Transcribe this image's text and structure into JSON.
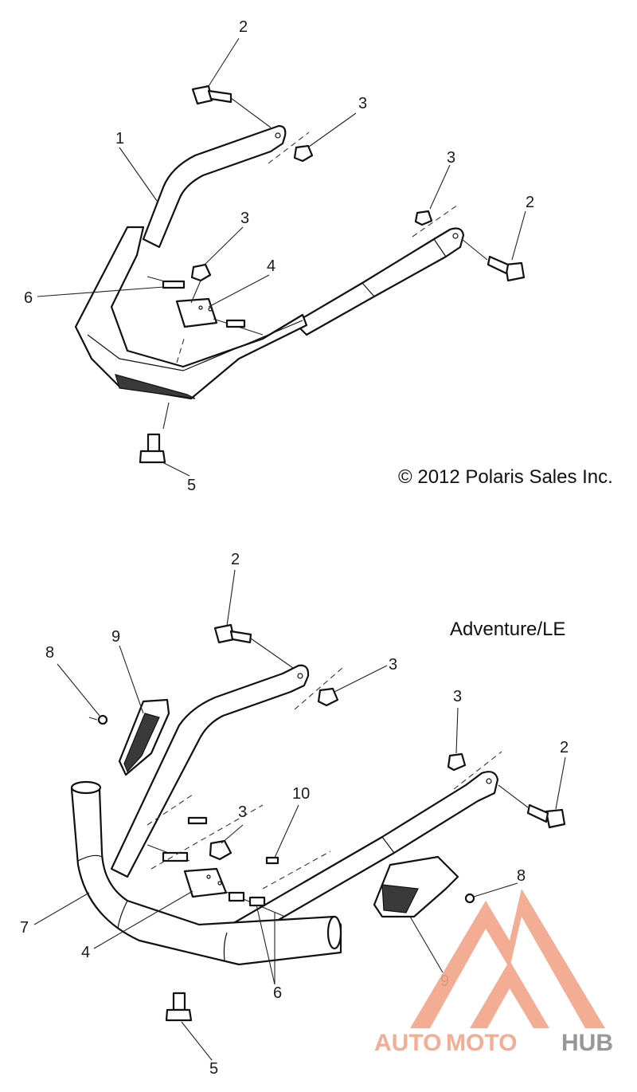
{
  "copyright": "© 2012 Polaris Sales Inc.",
  "variant_label": "Adventure/LE",
  "callouts_top": [
    "1",
    "2",
    "3",
    "3",
    "2",
    "3",
    "4",
    "6",
    "5"
  ],
  "callouts_bottom": [
    "2",
    "9",
    "8",
    "3",
    "3",
    "2",
    "3",
    "10",
    "7",
    "4",
    "6",
    "8",
    "9",
    "5"
  ],
  "watermark": {
    "part1": "AUTO",
    "part2": "MOTO",
    "part3": "HUB",
    "color_warm": "#f3a58a",
    "color_gray": "#8c8c8c"
  }
}
